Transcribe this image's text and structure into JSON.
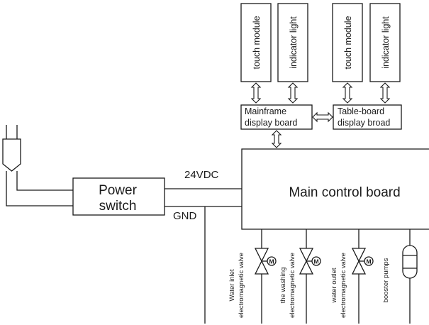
{
  "power_switch": {
    "line1": "Power",
    "line2": "switch"
  },
  "supply": {
    "voltage_label": "24VDC",
    "ground_label": "GND"
  },
  "main_board": {
    "label": "Main control board"
  },
  "mainframe_display": {
    "line1": "Mainframe",
    "line2": "display board"
  },
  "table_display": {
    "line1": "Table-board",
    "line2": "display broad"
  },
  "modules": {
    "m1": "touch module",
    "m2": "indicator light",
    "m3": "touch module",
    "m4": "indicator light"
  },
  "loads": {
    "v1_line1": "Water inlet",
    "v1_line2": "electromagnetic valve",
    "v2_line1": "the washing",
    "v2_line2": "electromagnetic valve",
    "v3_line1": "water outlet",
    "v3_line2": "electromagnetic valve",
    "pump": "booster pumps"
  },
  "symbols": {
    "valve_mark": "M"
  }
}
